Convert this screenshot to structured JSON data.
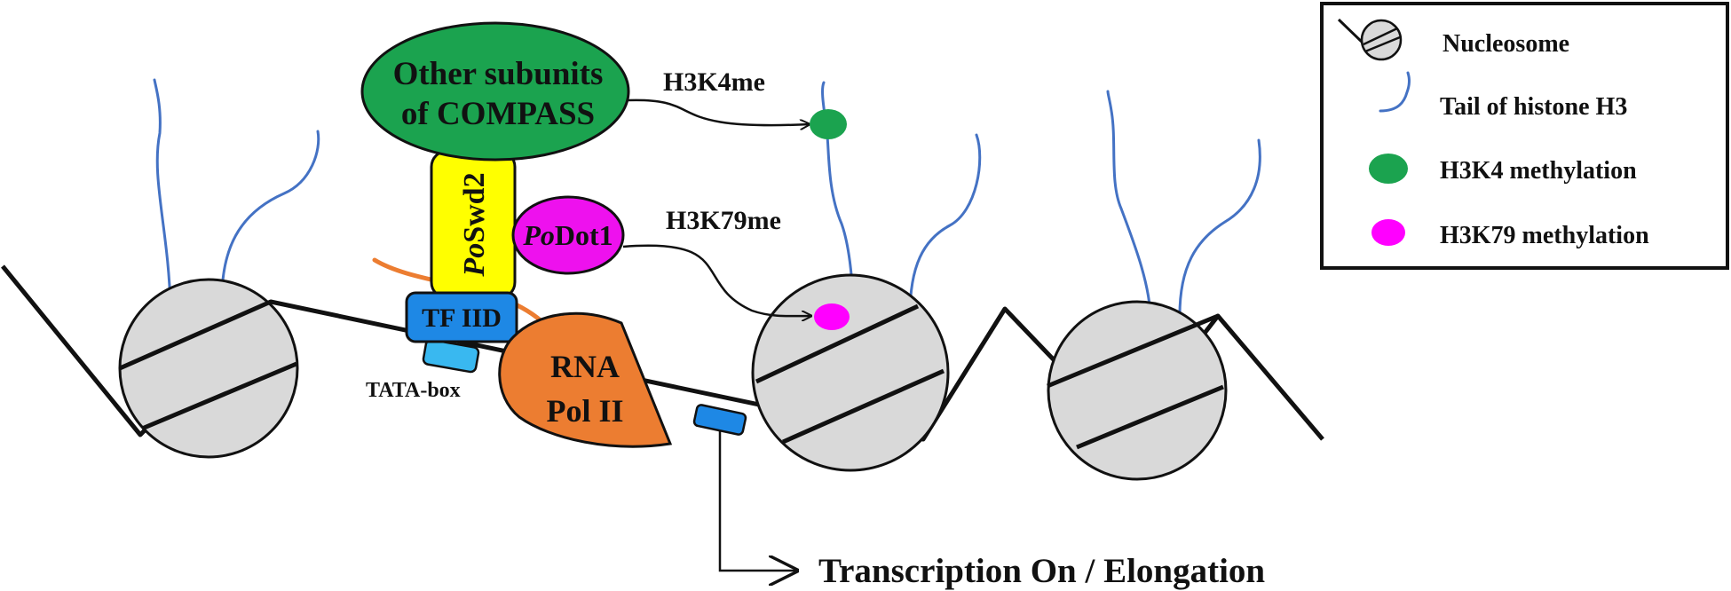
{
  "labels": {
    "compass_line1": "Other subunits",
    "compass_line2": "of COMPASS",
    "swd2_prefix": "Po",
    "swd2_suffix": "Swd2",
    "dot1_prefix": "Po",
    "dot1_suffix": "Dot1",
    "tfiid": "TF IID",
    "tata": "TATA-box",
    "rnapol_line1": "RNA",
    "rnapol_line2": "Pol II",
    "h3k4me": "H3K4me",
    "h3k79me": "H3K79me",
    "transcription": "Transcription On / Elongation"
  },
  "legend": {
    "nucleosome": "Nucleosome",
    "tail": "Tail of  histone H3",
    "h3k4": "H3K4 methylation",
    "h3k79": "H3K79 methylation"
  },
  "colors": {
    "compass": "#1ba34f",
    "swd2": "#ffff00",
    "dot1": "#ee11ee",
    "tfiid": "#1e88e5",
    "tata": "#39b8f0",
    "rnapol": "#ec7d31",
    "nucleosome": "#d9d9d9",
    "tail": "#4472c4",
    "h3k4_mark": "#1ba34f",
    "h3k79_mark": "#ff00ff",
    "dna": "#111111"
  }
}
